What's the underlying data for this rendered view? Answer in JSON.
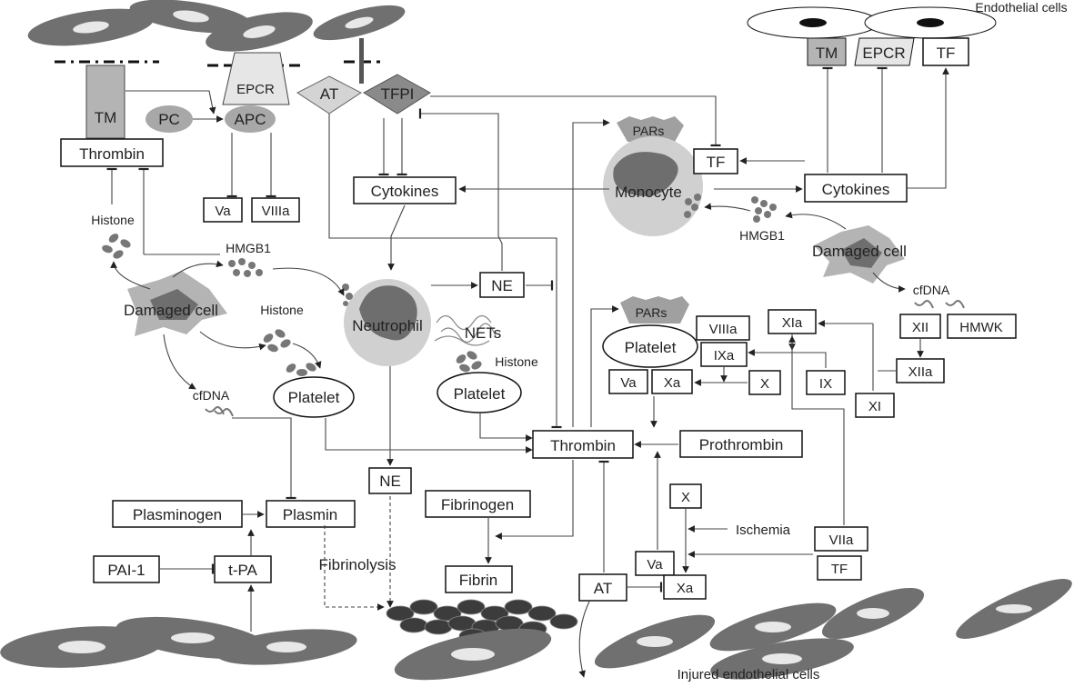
{
  "labels": {
    "endothelial_cells": "Endothelial cells",
    "injured_endothelial_cells": "Injured endothelial cells",
    "tm_left": "TM",
    "epcr_left": "EPCR",
    "at_top": "AT",
    "tfpi": "TFPI",
    "pc": "PC",
    "apc": "APC",
    "thrombin_top": "Thrombin",
    "va_top": "Va",
    "viiia_top": "VIIIa",
    "histone_1": "Histone",
    "hmgb1_left": "HMGB1",
    "damaged_cell_left": "Damaged cell",
    "histone_2": "Histone",
    "cfdna_left": "cfDNA",
    "platelet_left": "Platelet",
    "neutrophil": "Neutrophil",
    "nets": "NETs",
    "histone_3": "Histone",
    "platelet_mid": "Platelet",
    "ne_1": "NE",
    "ne_2": "NE",
    "cytokines_left": "Cytokines",
    "pars_top": "PARs",
    "monocyte": "Monocyte",
    "tf_mid": "TF",
    "cytokines_right": "Cytokines",
    "tm_right": "TM",
    "epcr_right": "EPCR",
    "tf_right": "TF",
    "hmgb1_right": "HMGB1",
    "damaged_cell_right": "Damaged cell",
    "cfdna_right": "cfDNA",
    "xii": "XII",
    "hmwk": "HMWK",
    "xiia": "XIIa",
    "xia": "XIa",
    "xi": "XI",
    "ix": "IX",
    "pars_mid": "PARs",
    "platelet_right": "Platelet",
    "viiia_mid": "VIIIa",
    "ixa": "IXa",
    "va_mid": "Va",
    "xa_mid": "Xa",
    "x_mid": "X",
    "thrombin_center": "Thrombin",
    "prothrombin": "Prothrombin",
    "fibrinogen": "Fibrinogen",
    "fibrin": "Fibrin",
    "plasminogen": "Plasminogen",
    "plasmin": "Plasmin",
    "pai1": "PAI-1",
    "tpa": "t-PA",
    "fibrinolysis": "Fibrinolysis",
    "at_bottom": "AT",
    "x_bottom": "X",
    "ischemia": "Ischemia",
    "va_bottom": "Va",
    "xa_bottom": "Xa",
    "viia": "VIIa",
    "tf_bottom": "TF"
  },
  "colors": {
    "cell_dark": "#707070",
    "cell_light": "#e8e8e8",
    "membrane_gray": "#b4b4b4",
    "clot": "#3c3c3c"
  }
}
